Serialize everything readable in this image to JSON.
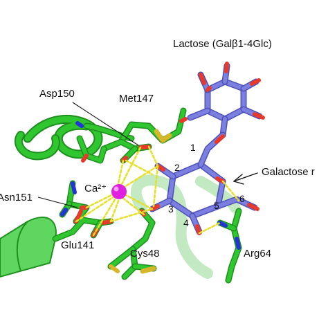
{
  "colors": {
    "background": "#ffffff",
    "protein_carbon": "#2fc62f",
    "protein_carbon_dark": "#1f8f1f",
    "ribbon_light": "#b9e6b9",
    "sugar_carbon": "#7b7fe0",
    "sugar_carbon_dark": "#4d51b8",
    "oxygen": "#e8392b",
    "nitrogen": "#2433d6",
    "sulfur": "#d6b728",
    "calcium": "#e020e0",
    "hbond": "#e6e02a",
    "text": "#111111"
  },
  "labels": {
    "lactose": "Lactose (Galβ1-4Glc)",
    "asp150": "Asp150",
    "met147": "Met147",
    "galactose": "Galactose r",
    "asn151": "Asn151",
    "calcium": "Ca²⁺",
    "glu141": "Glu141",
    "cys48": "Cys48",
    "arg64": "Arg64"
  },
  "ring_positions": [
    "1",
    "2",
    "3",
    "4",
    "5",
    "6"
  ]
}
